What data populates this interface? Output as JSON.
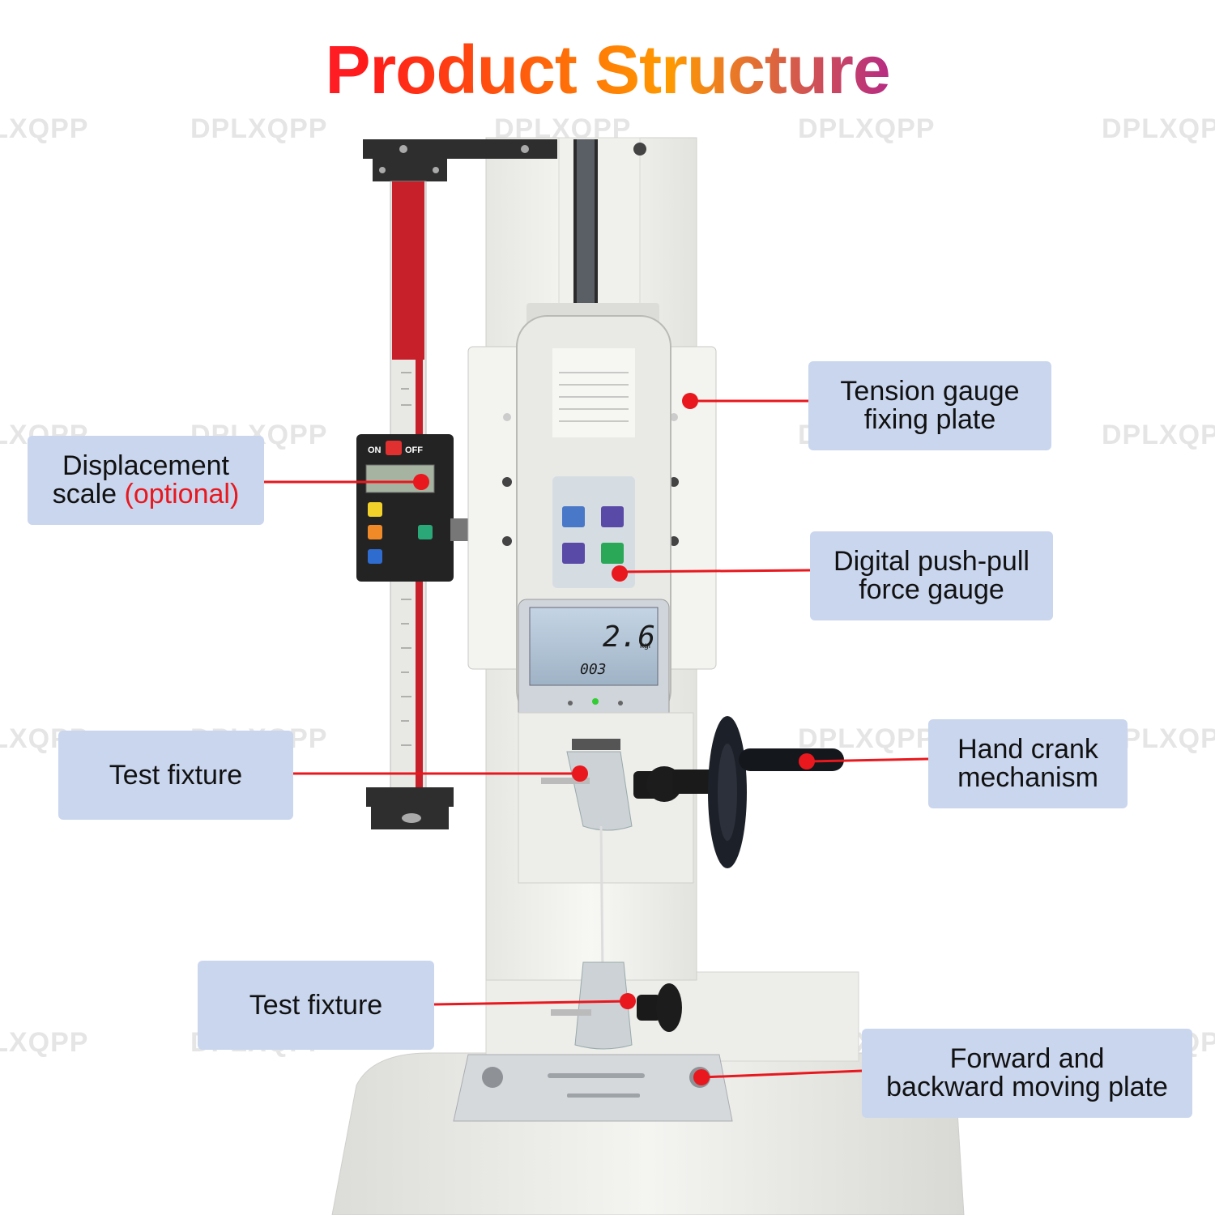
{
  "title": "Product Structure",
  "watermark": "DPLXQPP",
  "callouts": {
    "tension": {
      "line1": "Tension gauge",
      "line2": "fixing plate"
    },
    "displacement": {
      "line1": "Displacement",
      "line2a": "scale ",
      "line2b": "(optional)"
    },
    "digital": {
      "line1": "Digital push-pull",
      "line2": "force gauge"
    },
    "fixture_top": {
      "line1": "Test fixture"
    },
    "crank": {
      "line1": "Hand crank",
      "line2": "mechanism"
    },
    "fixture_bottom": {
      "line1": "Test fixture"
    },
    "plate": {
      "line1": "Forward and",
      "line2": "backward moving plate"
    }
  },
  "display": {
    "main_value": "2.6",
    "unit": "kgf",
    "sub_value": "003",
    "buttons": [
      "ON",
      "OFF"
    ]
  },
  "colors": {
    "pointer": "#e8181e",
    "callout_bg": "#c9d6ee",
    "device": "#f2f2ef"
  }
}
